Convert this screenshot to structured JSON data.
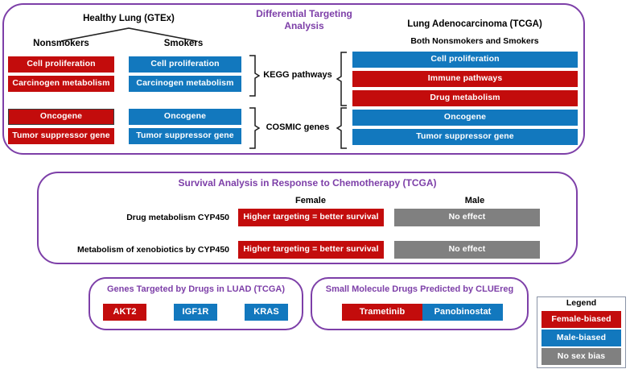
{
  "figure": {
    "title_differential": "Differential Targeting\nAnalysis",
    "colors": {
      "female_biased": "#c30c0c",
      "male_biased": "#1278be",
      "no_sex_bias": "#808080",
      "panel_border": "#7d3fa8",
      "heading_text": "#000000"
    }
  },
  "panel_top": {
    "left_group": {
      "heading": "Healthy Lung (GTEx)",
      "columns": [
        {
          "label": "Nonsmokers"
        },
        {
          "label": "Smokers"
        }
      ],
      "nonsmokers_boxes": [
        {
          "label": "Cell proliferation",
          "bias": "female"
        },
        {
          "label": "Carcinogen metabolism",
          "bias": "female"
        },
        {
          "label": "Oncogene",
          "bias": "female"
        },
        {
          "label": "Tumor suppressor gene",
          "bias": "female"
        }
      ],
      "smokers_boxes": [
        {
          "label": "Cell proliferation",
          "bias": "male"
        },
        {
          "label": "Carcinogen metabolism",
          "bias": "male"
        },
        {
          "label": "Oncogene",
          "bias": "male"
        },
        {
          "label": "Tumor suppressor gene",
          "bias": "male"
        }
      ]
    },
    "category_labels": [
      {
        "label": "KEGG pathways"
      },
      {
        "label": "COSMIC genes"
      }
    ],
    "right_group": {
      "heading": "Lung Adenocarcinoma (TCGA)",
      "subheading": "Both Nonsmokers and Smokers",
      "boxes": [
        {
          "label": "Cell proliferation",
          "bias": "male"
        },
        {
          "label": "Immune pathways",
          "bias": "female"
        },
        {
          "label": "Drug metabolism",
          "bias": "female"
        },
        {
          "label": "Oncogene",
          "bias": "male"
        },
        {
          "label": "Tumor suppressor gene",
          "bias": "male"
        }
      ]
    }
  },
  "panel_survival": {
    "title": "Survival Analysis in Response to Chemotherapy (TCGA)",
    "column_headers": [
      {
        "label": "Female"
      },
      {
        "label": "Male"
      }
    ],
    "rows": [
      {
        "row_label": "Drug metabolism CYP450",
        "female_result": "Higher targeting = better survival",
        "male_result": "No effect"
      },
      {
        "row_label": "Metabolism of xenobiotics by CYP450",
        "female_result": "Higher targeting = better survival",
        "male_result": "No effect"
      }
    ]
  },
  "panel_genes": {
    "title": "Genes Targeted by Drugs in LUAD (TCGA)",
    "items": [
      {
        "label": "AKT2",
        "bias": "female"
      },
      {
        "label": "IGF1R",
        "bias": "male"
      },
      {
        "label": "KRAS",
        "bias": "male"
      }
    ]
  },
  "panel_drugs": {
    "title": "Small Molecule Drugs Predicted by CLUEreg",
    "items": [
      {
        "label": "Trametinib",
        "bias": "female"
      },
      {
        "label": "Panobinostat",
        "bias": "male"
      }
    ]
  },
  "legend": {
    "title": "Legend",
    "items": [
      {
        "label": "Female-biased",
        "bias": "female"
      },
      {
        "label": "Male-biased",
        "bias": "male"
      },
      {
        "label": "No sex bias",
        "bias": "none"
      }
    ]
  }
}
